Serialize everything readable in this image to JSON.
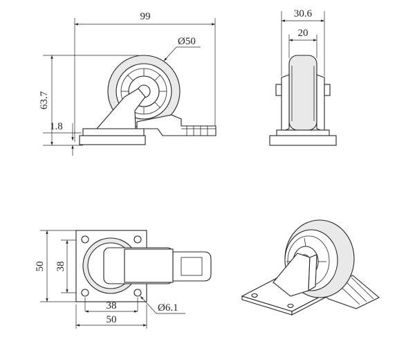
{
  "views": {
    "side": {
      "overall_width": "99",
      "wheel_diameter": "Ø50",
      "overall_height": "63.7",
      "plate_thickness": "1.8"
    },
    "front": {
      "bracket_width": "30.6",
      "wheel_width": "20"
    },
    "top": {
      "plate_outer_height": "50",
      "hole_spacing_height": "38",
      "hole_spacing_width": "38",
      "plate_outer_width": "50",
      "hole_diameter": "Ø6.1"
    }
  }
}
